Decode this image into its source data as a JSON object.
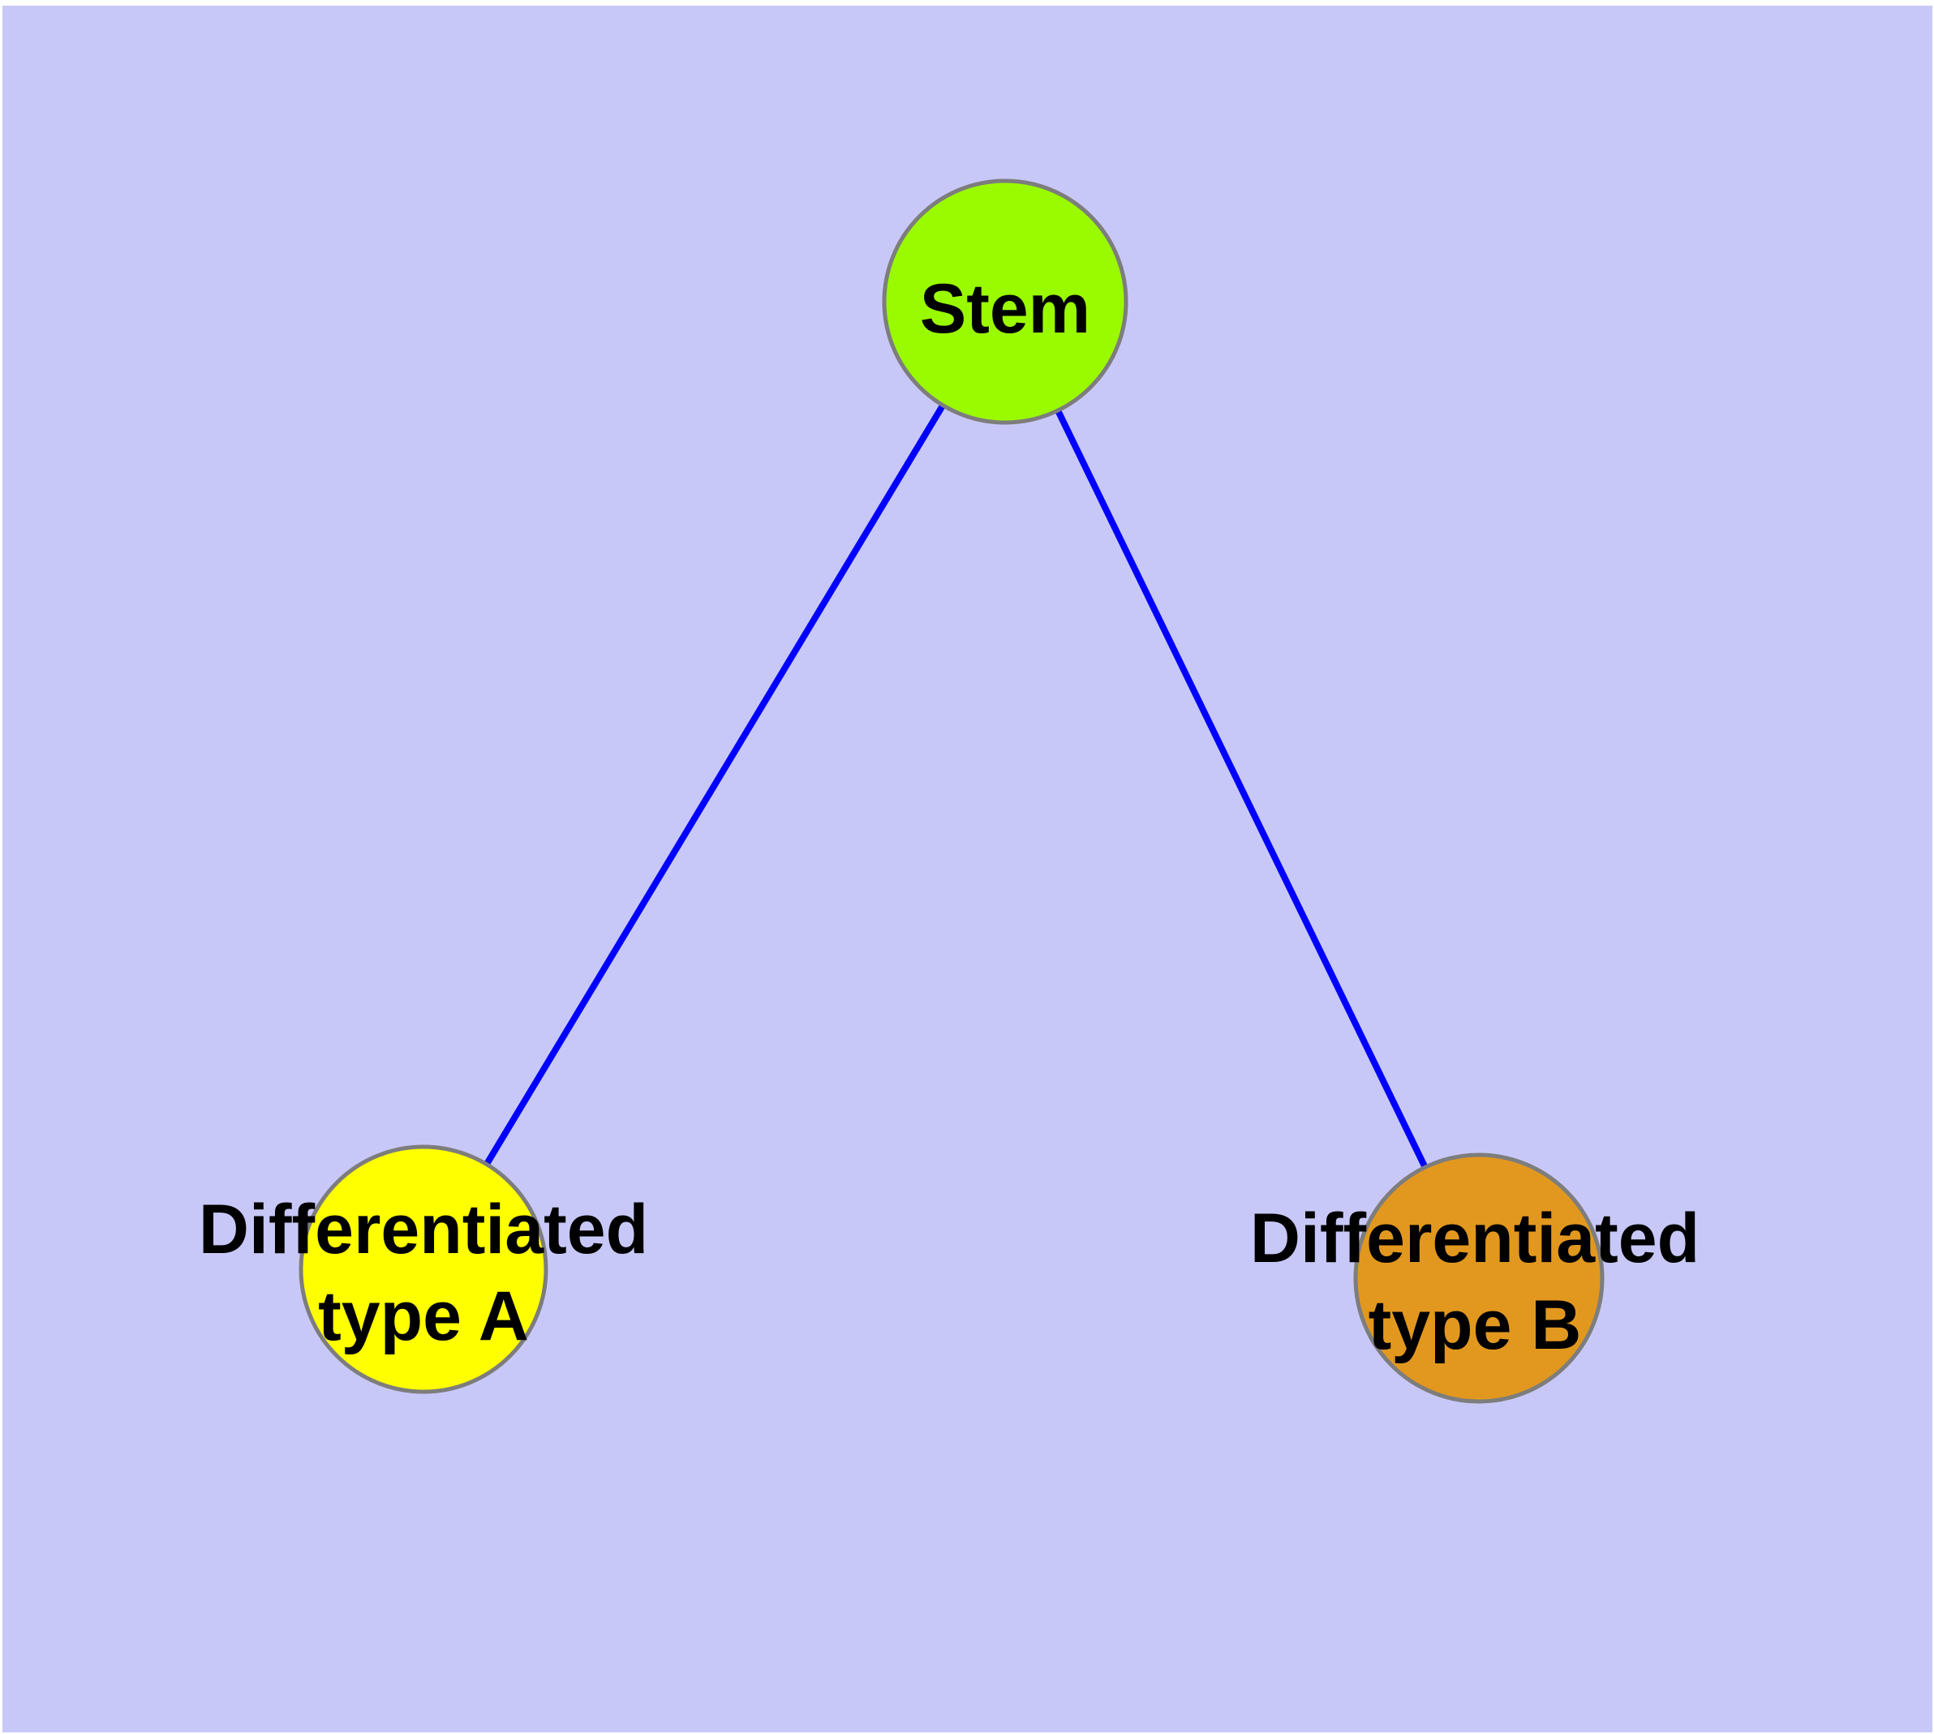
{
  "diagram": {
    "type": "graph",
    "background_color": "#C8C8F8",
    "page_margin_color": "#FFFFFF",
    "edge_color": "#0000FF",
    "node_border_color": "#7D7D7D",
    "label_color": "#000000",
    "nodes": [
      {
        "id": "stem",
        "label": "Stem",
        "color": "#9AFB01"
      },
      {
        "id": "differentiated-type-a",
        "label": "Differentiated type A",
        "label_line1": "Differentiated",
        "label_line2": "type A",
        "color": "#FFFF00"
      },
      {
        "id": "differentiated-type-b",
        "label": "Differentiated type B",
        "label_line1": "Differentiated",
        "label_line2": "type B",
        "color": "#E2981E"
      }
    ],
    "edges": [
      {
        "from": "Stem",
        "to": "Differentiated type A"
      },
      {
        "from": "Stem",
        "to": "Differentiated type B"
      }
    ]
  }
}
